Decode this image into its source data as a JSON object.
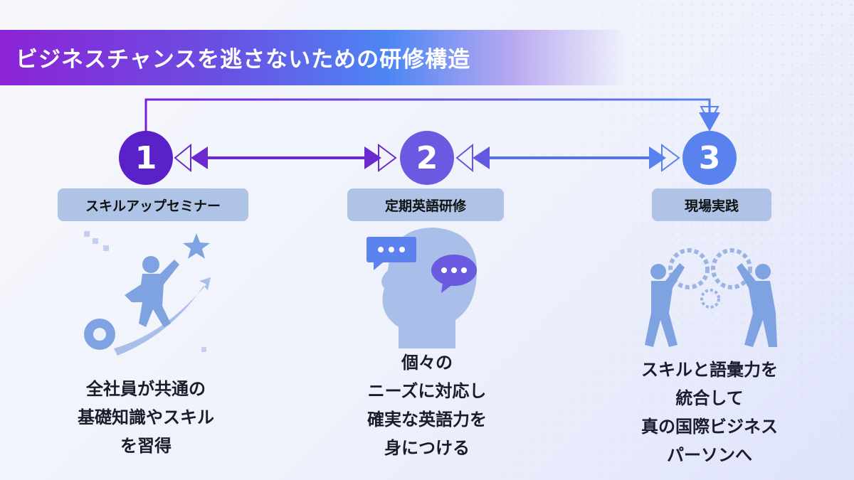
{
  "title": "ビジネスチャンスを逃さないための研修構造",
  "colors": {
    "step1": "#5b21c8",
    "step2": "#6b59e2",
    "step3": "#5a82ee",
    "pill": "#aec3e6",
    "illustration": "#7fa3e0"
  },
  "steps": [
    {
      "number": "1",
      "label": "スキルアップセミナー",
      "lines": [
        "全社員が共通の",
        "基礎知識やスキル",
        "を習得"
      ],
      "icon": "climbing-person-icon"
    },
    {
      "number": "2",
      "label": "定期英語研修",
      "lines": [
        "個々の",
        "ニーズに対応し",
        "確実な英語力を",
        "身につける"
      ],
      "icon": "head-speech-bubbles-icon"
    },
    {
      "number": "3",
      "label": "現場実践",
      "lines": [
        "スキルと語彙力を",
        "統合して",
        "真の国際ビジネス",
        "パーソンへ"
      ],
      "icon": "people-gears-icon"
    }
  ]
}
